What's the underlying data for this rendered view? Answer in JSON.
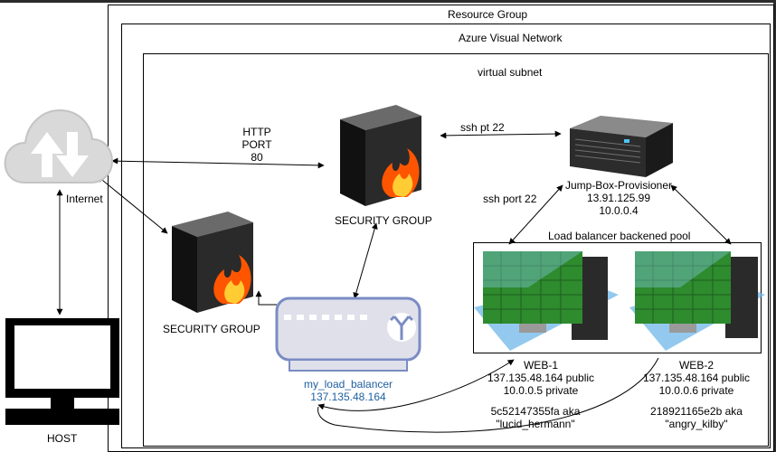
{
  "containers": {
    "resource_group": "Resource Group",
    "vnet": "Azure Visual Network",
    "subnet": "virtual subnet",
    "pool": "Load balancer backened pool"
  },
  "internet": {
    "label": "Internet"
  },
  "host": {
    "label": "HOST"
  },
  "http": {
    "line1": "HTTP",
    "line2": "PORT",
    "line3": "80"
  },
  "sg_center": {
    "label": "SECURITY GROUP"
  },
  "sg_left": {
    "label": "SECURITY GROUP"
  },
  "ssh_top": "ssh pt 22",
  "ssh_port": "ssh port 22",
  "jumpbox": {
    "name": "Jump-Box-Provisioner",
    "public_ip": "13.91.125.99",
    "private_ip": "10.0.0.4"
  },
  "load_balancer": {
    "name": "my_load_balancer",
    "ip": "137.135.48.164"
  },
  "web1": {
    "name": "WEB-1",
    "public": "137.135.48.164 public",
    "private": "10.0.0.5 private",
    "container": "5c52147355fa  aka",
    "alias": "\"lucid_hermann\""
  },
  "web2": {
    "name": "WEB-2",
    "public": "137.135.48.164 public",
    "private": "10.0.0.6 private",
    "container": "218921165e2b  aka",
    "alias": "\"angry_kilby\""
  },
  "colors": {
    "link_blue": "#1f5fa0",
    "lb_fill": "#dfe0ea",
    "lb_stroke": "#7a8cc4",
    "flame": "#ff6a00"
  },
  "icons": [
    "cloud-upload-download-icon",
    "monitor-icon",
    "firewall-icon",
    "server-icon",
    "load-balancer-icon",
    "vm-icon"
  ]
}
